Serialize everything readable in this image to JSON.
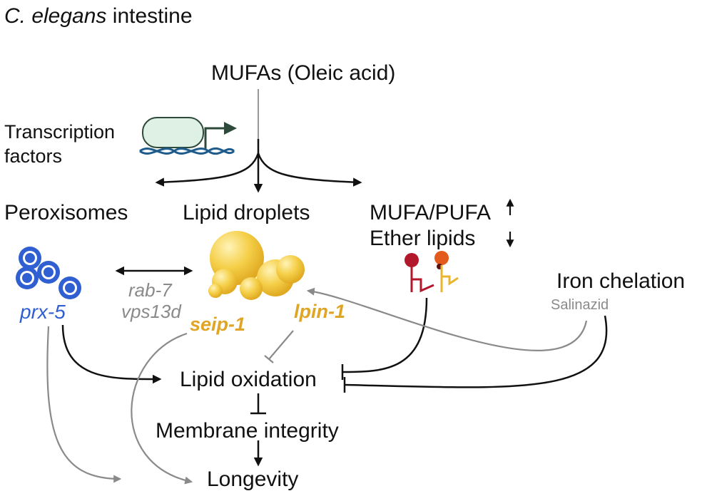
{
  "title": {
    "species": "C. elegans",
    "rest": " intestine"
  },
  "nodes": {
    "mufas": "MUFAs (Oleic acid)",
    "tf_line1": "Transcription",
    "tf_line2": "factors",
    "peroxisomes": "Peroxisomes",
    "lipid_droplets": "Lipid droplets",
    "mufa_pufa": "MUFA/PUFA",
    "ether_lipids": "Ether lipids",
    "iron_chelation": "Iron chelation",
    "salinazid": "Salinazid",
    "lipid_oxidation": "Lipid oxidation",
    "membrane_integrity": "Membrane integrity",
    "longevity": "Longevity"
  },
  "genes": {
    "prx5": "prx-5",
    "rab7": "rab-7",
    "vps13d": "vps13d",
    "seip1": "seip-1",
    "lpin1": "lpin-1"
  },
  "colors": {
    "peroxisome_blue": "#2f5fd0",
    "droplet_gold": "#f3c93d",
    "gene_gold": "#e0a526",
    "gray_arrow": "#8a8a8a",
    "lipid_red": "#b3172b",
    "lipid_orange": "#e25a1c",
    "lipid_yellow": "#e8b52c",
    "tf_fill": "#dff1e4",
    "dna_blue": "#1f5c8c"
  },
  "icons": [
    "transcription-factor-icon",
    "peroxisome-icon",
    "lipid-droplet-icon",
    "lipid-molecule-icon"
  ]
}
